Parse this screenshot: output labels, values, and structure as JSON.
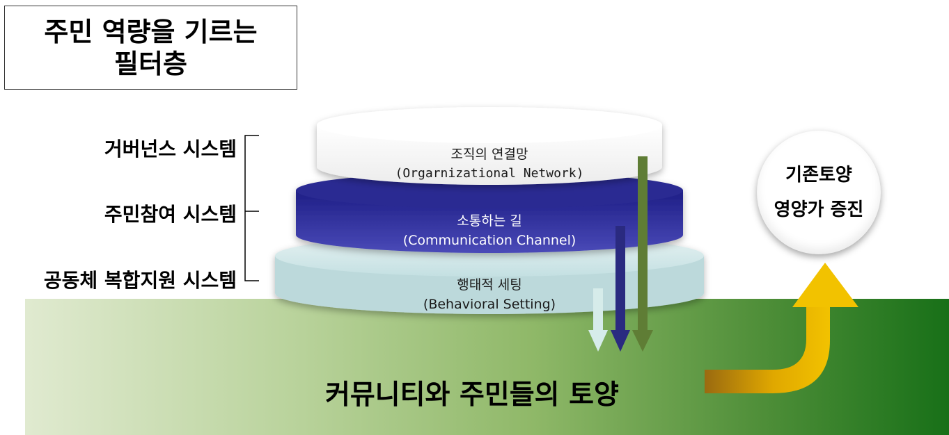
{
  "title": {
    "line1": "주민 역량을 기르는",
    "line2": "필터층"
  },
  "systems": [
    {
      "label": "거버넌스 시스템"
    },
    {
      "label": "주민참여 시스템"
    },
    {
      "label": "공동체 복합지원 시스템"
    }
  ],
  "layers": {
    "top": {
      "korean": "조직의 연결망",
      "english": "(Orgarnizational Network)"
    },
    "middle": {
      "korean": "소통하는 길",
      "english": "(Communication Channel)"
    },
    "bottom": {
      "korean": "행태적 세팅",
      "english": "(Behavioral Setting)"
    }
  },
  "soil": {
    "label": "커뮤니티와 주민들의 토양"
  },
  "outcome": {
    "line1": "기존토양",
    "line2": "영양가 증진"
  },
  "colors": {
    "top_layer": "#f4f4f4",
    "middle_layer": "#2c2c9a",
    "bottom_layer": "#cfe6e8",
    "arrow_light": "#d6ecea",
    "arrow_navy": "#2a2a80",
    "arrow_olive": "#5f7d35",
    "arrow_gold": "#e8b400"
  }
}
